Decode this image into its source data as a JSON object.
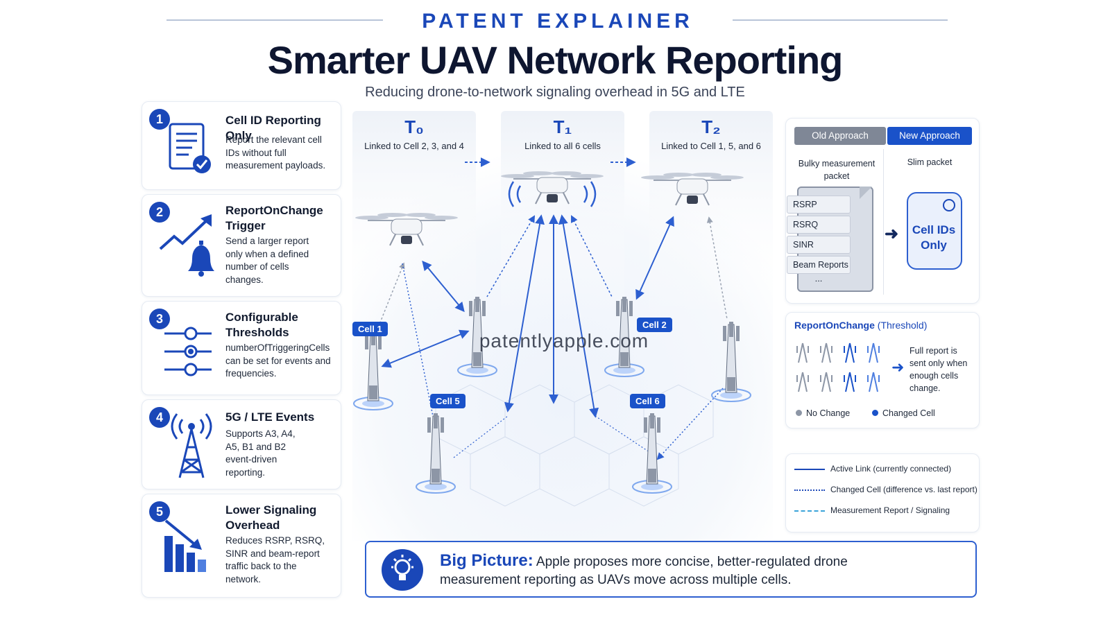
{
  "header": {
    "kicker": "PATENT EXPLAINER",
    "title": "Smarter UAV Network Reporting",
    "subtitle": "Reducing drone-to-network signaling overhead in 5G and LTE"
  },
  "features": [
    {
      "number": "1",
      "title": "Cell ID Reporting Only",
      "desc": "Report the relevant cell IDs without full measurement payloads.",
      "icon": "document-check-icon"
    },
    {
      "number": "2",
      "title": "ReportOnChange Trigger",
      "desc": "Send a larger report only when a defined number of cells changes.",
      "icon": "trend-bell-icon"
    },
    {
      "number": "3",
      "title": "Configurable Thresholds",
      "desc": "numberOfTriggeringCells can be set for events and frequencies.",
      "icon": "sliders-icon"
    },
    {
      "number": "4",
      "title": "5G / LTE Events",
      "desc": "Supports A3, A4, A5, B1 and B2 event-driven reporting.",
      "icon": "antenna-tower-icon"
    },
    {
      "number": "5",
      "title": "Lower Signaling Overhead",
      "desc": "Reduces RSRP, RSRQ, SINR and beam-report traffic back to the network.",
      "icon": "descending-bars-icon"
    }
  ],
  "timeline": [
    {
      "label": "T₀",
      "desc": "Linked to Cell 2, 3, and 4"
    },
    {
      "label": "T₁",
      "desc": "Linked to all 6 cells"
    },
    {
      "label": "T₂",
      "desc": "Linked to Cell 1, 5, and 6"
    }
  ],
  "cells": {
    "c1": "Cell 1",
    "c2": "Cell 2",
    "c5": "Cell 5",
    "c6": "Cell 6"
  },
  "watermark": "patentlyapple.com",
  "comparison": {
    "old_label": "Old Approach",
    "new_label": "New Approach",
    "old_desc": "Bulky measurement packet",
    "new_desc": "Slim packet",
    "metrics": [
      "RSRP",
      "RSRQ",
      "SINR",
      "Beam Reports",
      "..."
    ],
    "slim_text": "Cell IDs Only"
  },
  "threshold": {
    "title": "ReportOnChange",
    "title_suffix": "(Threshold)",
    "desc": "Full report is sent only when enough cells change.",
    "legend_no_change": "No Change",
    "legend_changed": "Changed Cell",
    "colors": {
      "no_change": "#9aa3b2",
      "changed": "#1a52c9"
    }
  },
  "link_legend": {
    "active": "Active Link (currently connected)",
    "changed": "Changed Cell (difference vs. last report)",
    "measurement": "Measurement Report / Signaling"
  },
  "big_picture": {
    "label": "Big Picture:",
    "text": "Apple proposes more concise, better-regulated drone measurement reporting as UAVs move across multiple cells."
  },
  "colors": {
    "accent": "#1a47b8",
    "link": "#2d5fd0",
    "measurement": "#3aa3d9"
  }
}
